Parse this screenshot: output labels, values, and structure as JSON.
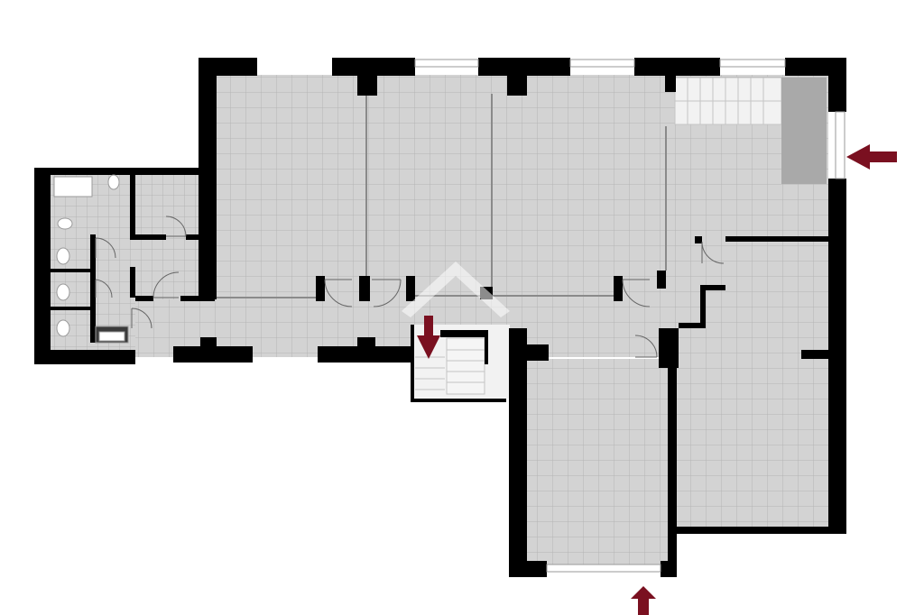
{
  "plan": {
    "colors": {
      "background": "#ffffff",
      "floor": "#d3d3d3",
      "tile_line": "#b5b5b5",
      "wall": "#000000",
      "stairs": "#f2f2f2",
      "stair_line": "#c4c4c4",
      "fixture": "#9a9a9a",
      "window": "#ffffff",
      "door": "#666666",
      "arrow": "#7a1020",
      "watermark": "#ffffff"
    },
    "rooms": [
      {
        "name": "main-hall-room"
      },
      {
        "name": "stair-landing-room"
      },
      {
        "name": "corridor-room"
      },
      {
        "name": "bathroom-block-room"
      },
      {
        "name": "vestibule-room"
      },
      {
        "name": "east-room"
      },
      {
        "name": "south-room"
      },
      {
        "name": "stairwell-room"
      }
    ],
    "entrances": [
      {
        "name": "east-entrance-arrow",
        "direction": "west"
      },
      {
        "name": "stair-down-arrow",
        "direction": "south"
      },
      {
        "name": "south-entrance-arrow",
        "direction": "north"
      }
    ],
    "icons": [
      "house-watermark-icon",
      "toilet-icon",
      "sink-icon",
      "shower-icon",
      "door-swing-icon",
      "staircase-icon",
      "arrow-icon"
    ]
  }
}
